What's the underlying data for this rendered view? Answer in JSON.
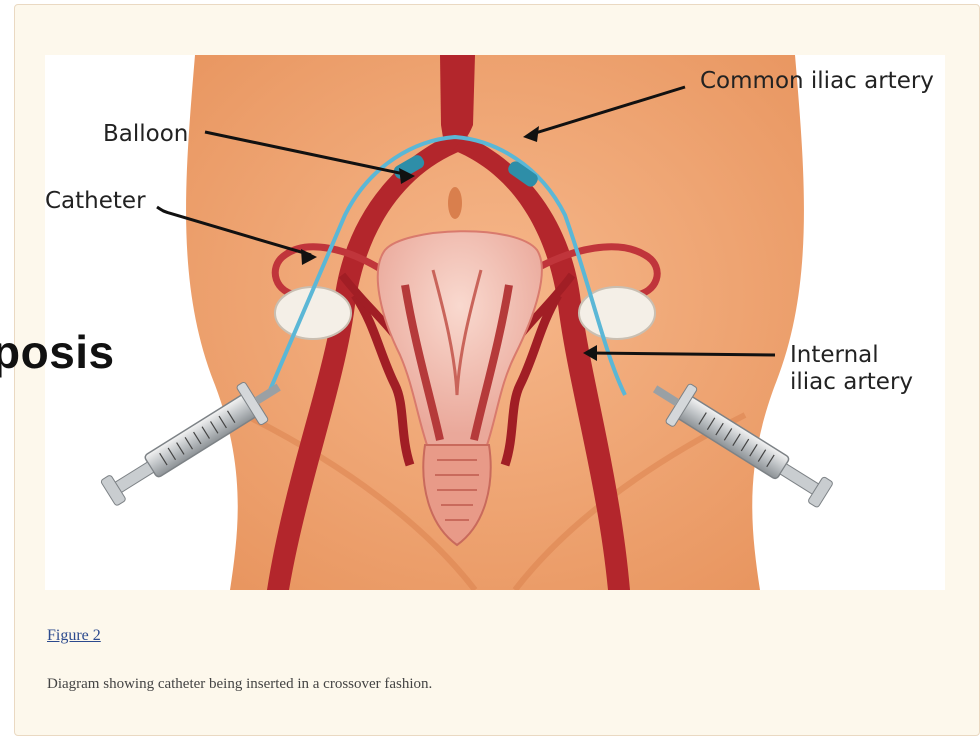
{
  "slide": {
    "cut_title": "posis"
  },
  "figure": {
    "labels": {
      "common_iliac": "Common iliac artery",
      "balloon": "Balloon",
      "catheter": "Catheter",
      "internal_iliac_line1": "Internal",
      "internal_iliac_line2": "iliac artery"
    },
    "link_text": "Figure 2",
    "caption": "Diagram showing catheter being inserted in a crossover fashion."
  },
  "colors": {
    "background": "#fdf8ec",
    "skin": "#f2a979",
    "artery": "#b3262c",
    "catheter": "#5bb7d6",
    "balloon": "#2e8ea8",
    "link": "#2c4a8e"
  }
}
